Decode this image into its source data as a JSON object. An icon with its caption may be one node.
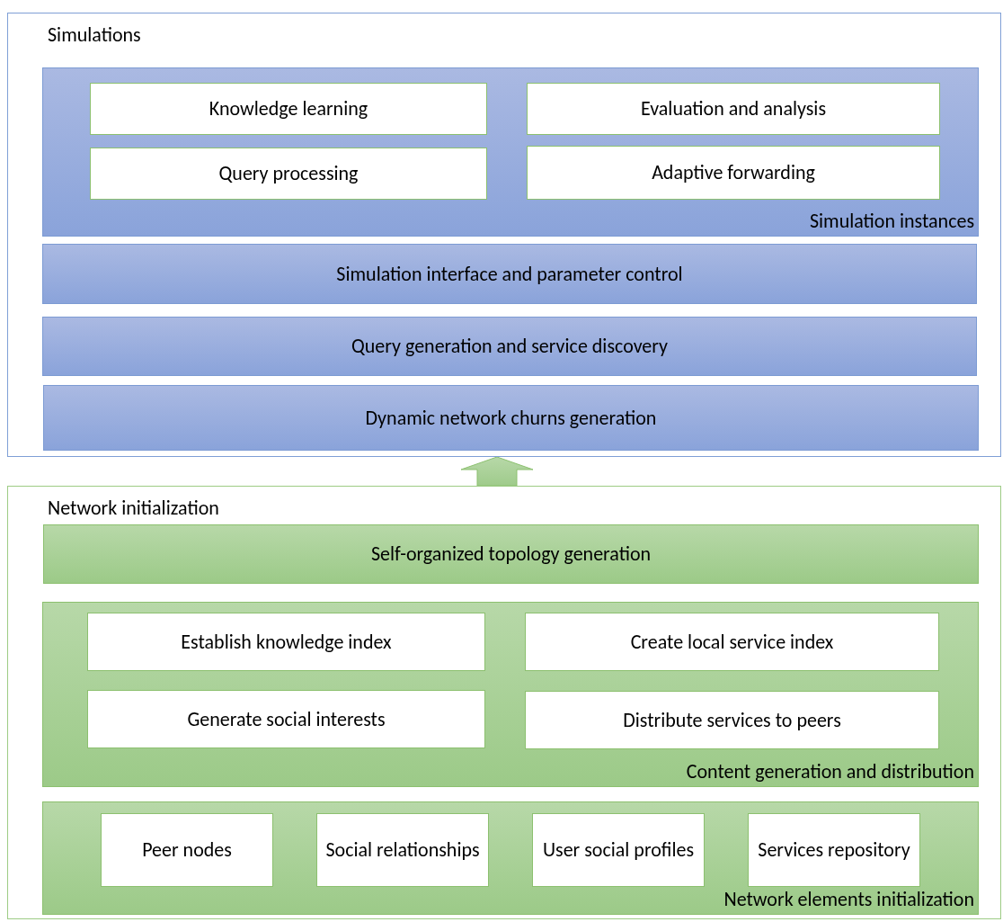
{
  "diagram": {
    "nodes": [
      {
        "text": [
          "Simulations"
        ]
      },
      {
        "text": [
          "Simulation instances"
        ],
        "in": 0
      },
      {
        "text": [
          "Knowledge learning"
        ],
        "in": 1
      },
      {
        "text": [
          "Evaluation and analysis"
        ],
        "in": 1
      },
      {
        "text": [
          "Query processing"
        ],
        "in": 1
      },
      {
        "text": [
          "Adaptive forwarding"
        ],
        "in": 1
      },
      {
        "text": [
          "Simulation interface and parameter control"
        ],
        "in": 0
      },
      {
        "text": [
          "Query generation and service discovery"
        ],
        "in": 0
      },
      {
        "text": [
          "Dynamic network churns generation"
        ],
        "in": 0
      },
      {
        "text": [
          "Network initialization"
        ]
      },
      {
        "text": [
          "Self-organized topology generation"
        ],
        "in": 9
      },
      {
        "text": [
          "Content generation and distribution"
        ],
        "in": 9
      },
      {
        "text": [
          "Establish knowledge index"
        ],
        "in": 11
      },
      {
        "text": [
          "Create local service index"
        ],
        "in": 11
      },
      {
        "text": [
          "Generate social interests"
        ],
        "in": 11
      },
      {
        "text": [
          "Distribute services to peers"
        ],
        "in": 11
      },
      {
        "text": [
          "Network elements initialization"
        ],
        "in": 9
      },
      {
        "text": [
          "Peer nodes"
        ],
        "in": 16
      },
      {
        "text": [
          "Social relationships"
        ],
        "in": 16
      },
      {
        "text": [
          "User social profiles"
        ],
        "in": 16
      },
      {
        "text": [
          "Services repository"
        ],
        "in": 16
      }
    ],
    "edges": [
      {
        "from": 9,
        "to": 0,
        "arrow": "to",
        "style": "thick"
      }
    ]
  }
}
